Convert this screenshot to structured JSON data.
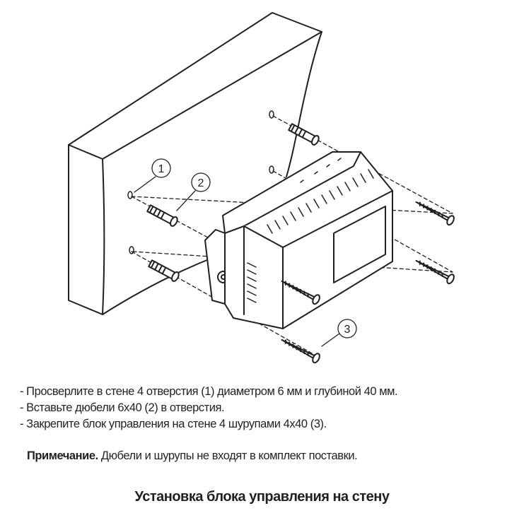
{
  "diagram": {
    "callouts": [
      "1",
      "2",
      "3"
    ]
  },
  "instructions": [
    "- Просверлите в стене 4 отверстия (1) диаметром 6 мм и глубиной 40 мм.",
    "- Вставьте дюбели 6x40 (2) в отверстия.",
    "- Закрепите блок управления на стене 4 шурупами 4x40 (3)."
  ],
  "note": {
    "label": "Примечание.",
    "text": " Дюбели и шурупы не входят в комплект поставки."
  },
  "title": "Установка блока управления на стену"
}
